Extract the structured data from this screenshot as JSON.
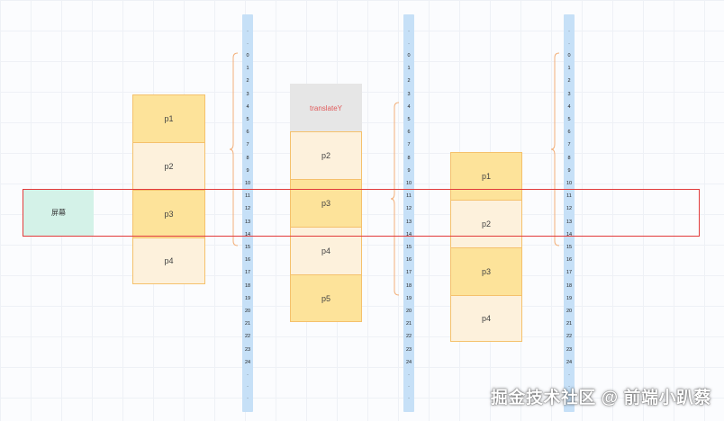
{
  "ruler_labels": [
    ".",
    ".",
    "0",
    "1",
    "2",
    "3",
    "4",
    "5",
    "6",
    "7",
    "8",
    "9",
    "10",
    "11",
    "12",
    "13",
    "14",
    "15",
    "16",
    "17",
    "18",
    "19",
    "20",
    "21",
    "22",
    "23",
    "24",
    ".",
    ".",
    "."
  ],
  "columns": [
    {
      "boxes": [
        {
          "label": "p1",
          "tone": "dark"
        },
        {
          "label": "p2",
          "tone": "light"
        },
        {
          "label": "p3",
          "tone": "dark"
        },
        {
          "label": "p4",
          "tone": "light"
        }
      ]
    },
    {
      "header": "translateY",
      "boxes": [
        {
          "label": "p2",
          "tone": "light"
        },
        {
          "label": "p3",
          "tone": "dark"
        },
        {
          "label": "p4",
          "tone": "light"
        },
        {
          "label": "p5",
          "tone": "dark"
        }
      ]
    },
    {
      "boxes": [
        {
          "label": "p1",
          "tone": "dark"
        },
        {
          "label": "p2",
          "tone": "light"
        },
        {
          "label": "p3",
          "tone": "dark"
        },
        {
          "label": "p4",
          "tone": "light"
        }
      ]
    }
  ],
  "screen_label": "屏幕",
  "colors": {
    "ruler": "#c6e0f7",
    "box_dark": "#fde39a",
    "box_light": "#fdf1dc",
    "box_border": "#f5c16c",
    "screen_border": "#e23b3b",
    "screen_fill": "#d4f2e8",
    "brace": "#f3b07a",
    "translate_text": "#e05a5a"
  },
  "watermark": "掘金技术社区 @ 前端小趴蔡"
}
